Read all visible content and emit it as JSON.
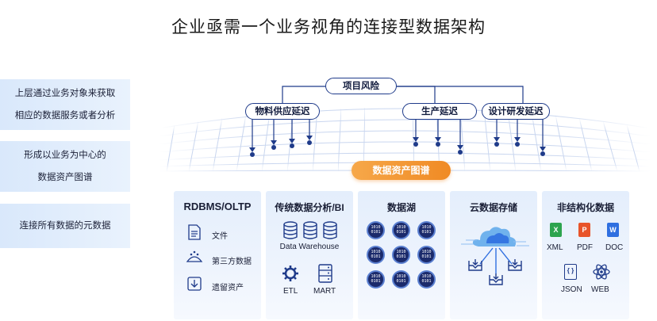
{
  "title": "企业亟需一个业务视角的连接型数据架构",
  "left_boxes": [
    {
      "line1": "上层通过业务对象来获取",
      "line2": "相应的数据服务或者分析"
    },
    {
      "line1": "形成以业务为中心的",
      "line2": "数据资产图谱"
    },
    {
      "line1": "连接所有数据的元数据",
      "line2": ""
    }
  ],
  "graph": {
    "root": "项目风险",
    "children": [
      "物料供应延迟",
      "生产延迟",
      "设计研发延迟"
    ],
    "asset_graph": "数据资产图谱"
  },
  "cards": {
    "rdbms": {
      "title": "RDBMS/OLTP",
      "items": [
        "文件",
        "第三方数据",
        "遗留资产"
      ]
    },
    "bi": {
      "title": "传统数据分析/BI",
      "warehouse": "Data Warehouse",
      "etl": "ETL",
      "mart": "MART"
    },
    "lake": {
      "title": "数据湖",
      "tile_text": "1010 0101"
    },
    "cloud": {
      "title": "云数据存储"
    },
    "unstructured": {
      "title": "非结构化数据",
      "formats": [
        "XML",
        "PDF",
        "DOC",
        "JSON",
        "WEB"
      ],
      "format_badges": [
        "X",
        "P",
        "W",
        "{ }"
      ]
    }
  },
  "colors": {
    "navy": "#1f3b8a",
    "orange": "#f08a24",
    "card_bg": "#e4eefc",
    "blue_icon": "#2f6fe0"
  }
}
